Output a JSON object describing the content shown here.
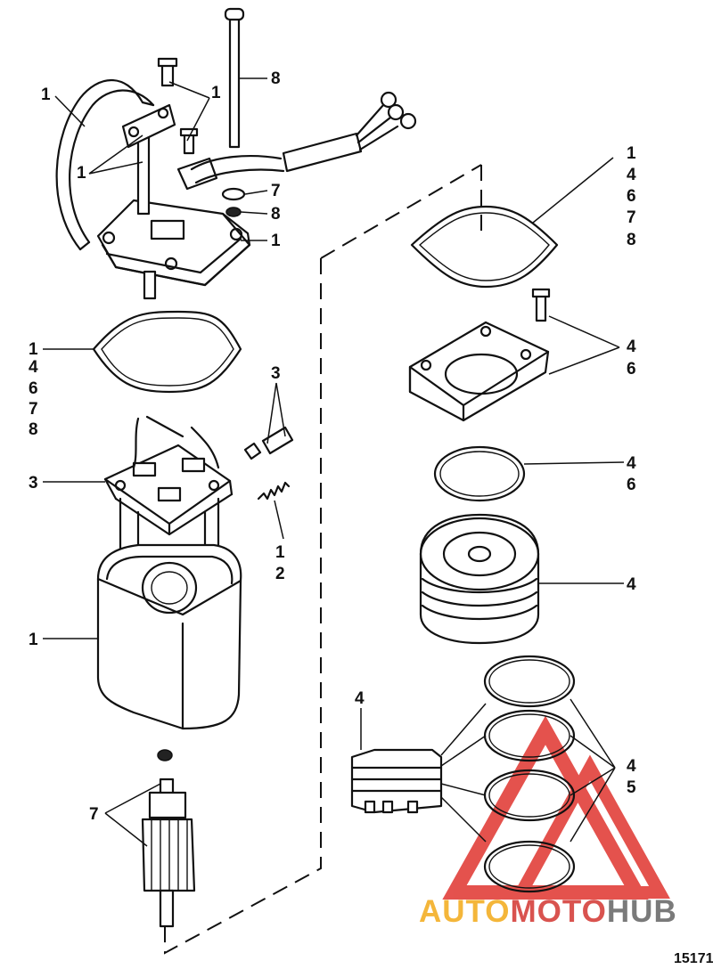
{
  "callouts": {
    "cover_harness": "1",
    "cover_screws": "1",
    "cover_screws_left": "1",
    "cover_bolt": "8",
    "washer_7": "7",
    "washer_8": "8",
    "cover_right": "1",
    "gasket_left": [
      "1",
      "4",
      "6",
      "7",
      "8"
    ],
    "gasket_right": [
      "1",
      "4",
      "6",
      "7",
      "8"
    ],
    "brushes": "3",
    "brush_plate": "3",
    "spring": [
      "1",
      "2"
    ],
    "frame": "1",
    "armature": "7",
    "end_plate": [
      "4",
      "6"
    ],
    "oring": [
      "4",
      "6"
    ],
    "pump_body": "4",
    "valve_block": "4",
    "seals": [
      "4",
      "5"
    ]
  },
  "diagram_number": "15171",
  "watermark": {
    "part1": "AUTO",
    "part2": "MOTO",
    "part3": "HUB",
    "colors": {
      "auto": "#f4b63a",
      "moto": "#d9534f",
      "hub": "#7a7a7a",
      "logo": "#e0342f"
    }
  }
}
